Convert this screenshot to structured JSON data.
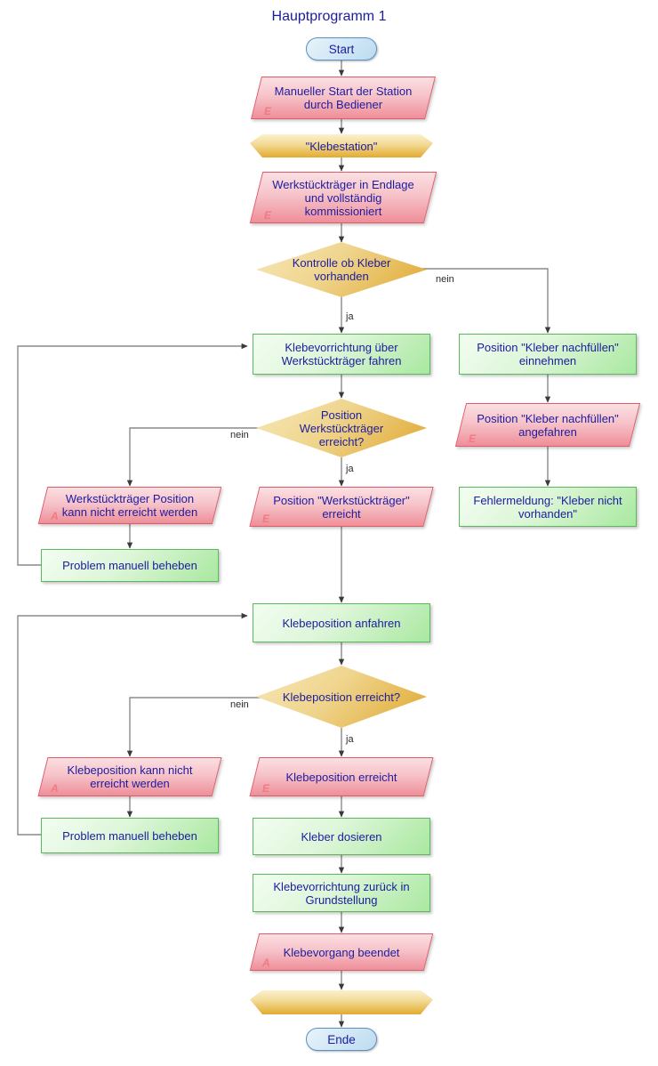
{
  "diagram": {
    "title": "Hauptprogramm 1",
    "language": "de",
    "accent_colors": {
      "text": "#1c1ca0",
      "process_green": "#a9e8a0",
      "process_border": "#5cb85c",
      "event_red": "#ef8e99",
      "event_border": "#e05a68",
      "decision_gold": "#dfa72e",
      "terminator_blue": "#bcdcf0",
      "connector": "#6b6b6b",
      "tag_color": "#f07a84"
    }
  },
  "nodes": {
    "start": {
      "label": "Start",
      "type": "terminator"
    },
    "manual_start": {
      "label": "Manueller Start der Station durch Bediener",
      "type": "event",
      "tag": "E"
    },
    "station_banner": {
      "label": "\"Klebestation\"",
      "type": "banner"
    },
    "wt_endlage": {
      "label": "Werkstückträger in Endlage und vollständig kommissioniert",
      "type": "event",
      "tag": "E"
    },
    "check_glue": {
      "label": "Kontrolle ob Kleber vorhanden",
      "type": "decision"
    },
    "move_device": {
      "label": "Klebevorrichtung über Werkstückträger fahren",
      "type": "process"
    },
    "refill_position": {
      "label": "Position \"Kleber nachfüllen\" einnehmen",
      "type": "process"
    },
    "pos_wt_reached_q": {
      "label": "Position Werkstückträger erreicht?",
      "type": "decision"
    },
    "refill_reached": {
      "label": "Position \"Kleber nachfüllen\" angefahren",
      "type": "event",
      "tag": "E"
    },
    "wt_pos_fail": {
      "label": "Werkstückträger Position kann nicht erreicht werden",
      "type": "alarm",
      "tag": "A"
    },
    "pos_wt_reached": {
      "label": "Position \"Werkstückträger\" erreicht",
      "type": "event",
      "tag": "E"
    },
    "error_no_glue": {
      "label": "Fehlermeldung: \"Kleber nicht vorhanden\"",
      "type": "process"
    },
    "fix_manual_1": {
      "label": "Problem manuell beheben",
      "type": "process"
    },
    "goto_glue_pos": {
      "label": "Klebeposition anfahren",
      "type": "process"
    },
    "glue_pos_q": {
      "label": "Klebeposition erreicht?",
      "type": "decision"
    },
    "glue_pos_fail": {
      "label": "Klebeposition kann nicht erreicht werden",
      "type": "alarm",
      "tag": "A"
    },
    "glue_pos_reached": {
      "label": "Klebeposition erreicht",
      "type": "event",
      "tag": "E"
    },
    "fix_manual_2": {
      "label": "Problem manuell beheben",
      "type": "process"
    },
    "dose_glue": {
      "label": "Kleber dosieren",
      "type": "process"
    },
    "device_home": {
      "label": "Klebevorrichtung zurück in Grundstellung",
      "type": "process"
    },
    "glue_done": {
      "label": "Klebevorgang beendet",
      "type": "alarm",
      "tag": "A"
    },
    "end_banner": {
      "label": "",
      "type": "banner"
    },
    "end": {
      "label": "Ende",
      "type": "terminator"
    }
  },
  "edge_labels": {
    "check_glue_no": "nein",
    "check_glue_yes": "ja",
    "pos_wt_no": "nein",
    "pos_wt_yes": "ja",
    "glue_pos_no": "nein",
    "glue_pos_yes": "ja"
  }
}
